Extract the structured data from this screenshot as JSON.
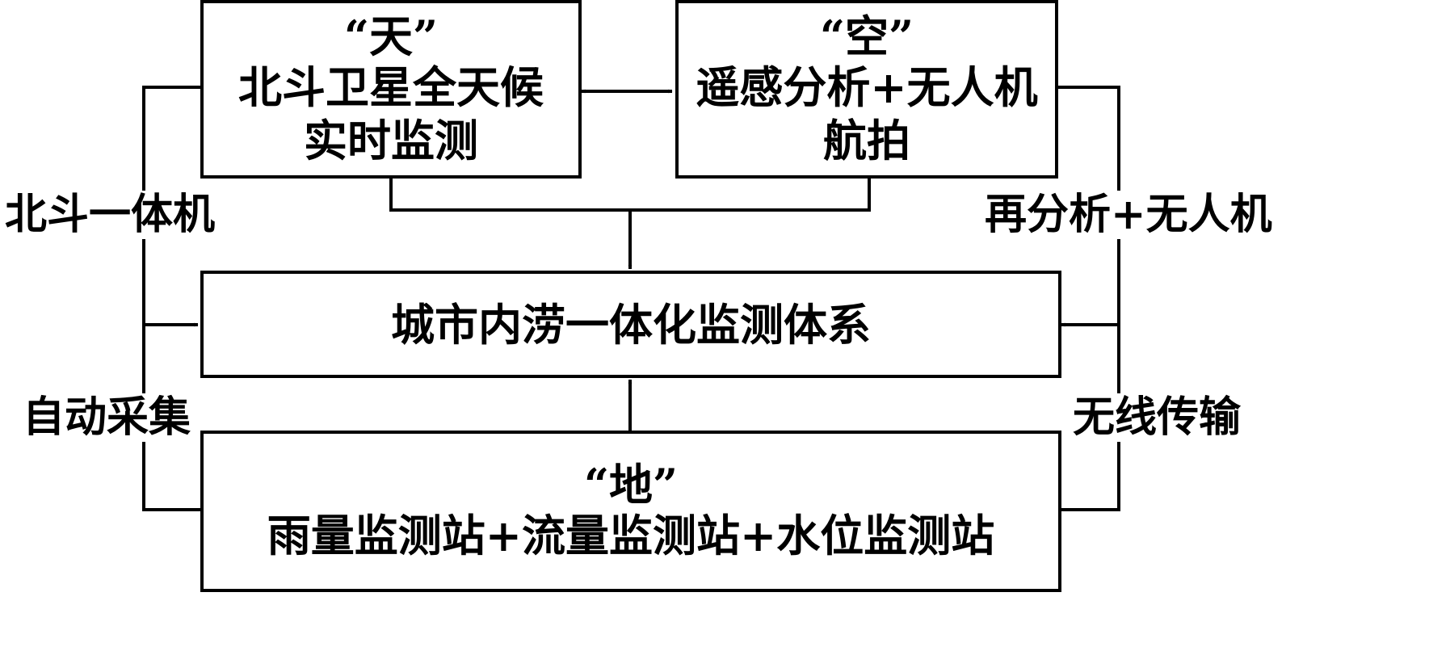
{
  "boxes": {
    "sky": {
      "title": "“天”",
      "line1": "北斗卫星全天候",
      "line2": "实时监测"
    },
    "air": {
      "title": "“空”",
      "line1": "遥感分析+无人机",
      "line2": "航拍"
    },
    "center": {
      "label": "城市内涝一体化监测体系"
    },
    "ground": {
      "title": "“地”",
      "line1": "雨量监测站+流量监测站+水位监测站"
    }
  },
  "labels": {
    "left_top": "北斗一体机",
    "left_bottom": "自动采集",
    "right_top": "再分析+无人机",
    "right_bottom": "无线传输"
  }
}
